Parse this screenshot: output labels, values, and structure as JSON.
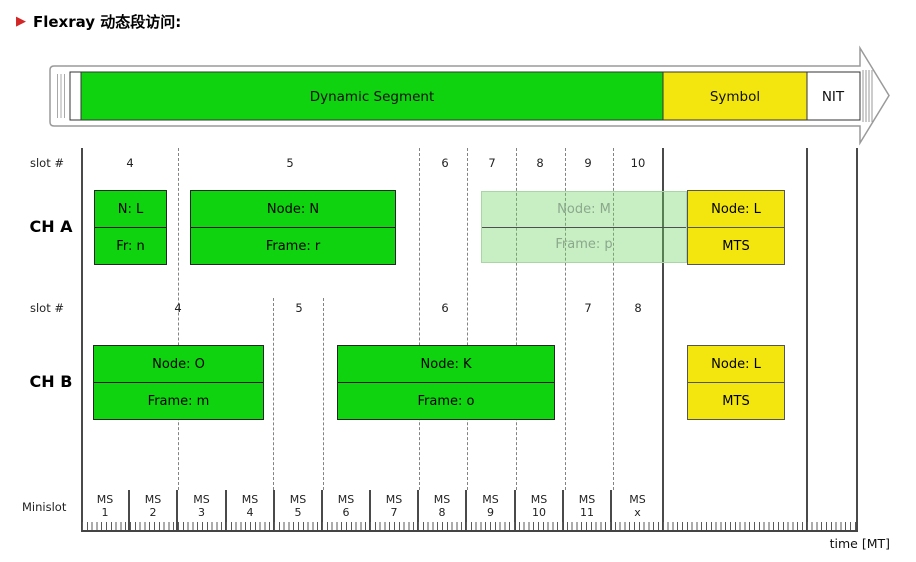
{
  "title": {
    "bullet": "▶",
    "text": "Flexray 动态段访问:"
  },
  "banner": {
    "segments": [
      {
        "label": "Dynamic Segment",
        "color": "#0fd30f"
      },
      {
        "label": "Symbol",
        "color": "#f3e60e"
      },
      {
        "label": "NIT",
        "color": "#ffffff"
      }
    ]
  },
  "channels": {
    "a": {
      "slot_header": "slot #",
      "name": "CH A",
      "slots": [
        "4",
        "5",
        "6",
        "7",
        "8",
        "9",
        "10"
      ],
      "frames": {
        "f1": {
          "line1": "N: L",
          "line2": "Fr: n"
        },
        "f2": {
          "line1": "Node: N",
          "line2": "Frame: r"
        },
        "ghost": {
          "line1": "Node: M",
          "line2": "Frame: p"
        },
        "mts": {
          "line1": "Node: L",
          "line2": "MTS"
        }
      }
    },
    "b": {
      "slot_header": "slot #",
      "name": "CH B",
      "slots": [
        "4",
        "5",
        "6",
        "7",
        "8"
      ],
      "frames": {
        "f1": {
          "line1": "Node: O",
          "line2": "Frame: m"
        },
        "f2": {
          "line1": "Node: K",
          "line2": "Frame: o"
        },
        "mts": {
          "line1": "Node: L",
          "line2": "MTS"
        }
      }
    }
  },
  "minislot": {
    "label": "Minislot",
    "ms": "MS",
    "numbers": [
      "1",
      "2",
      "3",
      "4",
      "5",
      "6",
      "7",
      "8",
      "9",
      "10",
      "11",
      "x"
    ]
  },
  "time_axis": {
    "label": "time [MT]"
  },
  "colors": {
    "green": "#0fd30f",
    "yellow": "#f3e60e",
    "ghost_green": "rgba(110,214,100,0.38)"
  }
}
